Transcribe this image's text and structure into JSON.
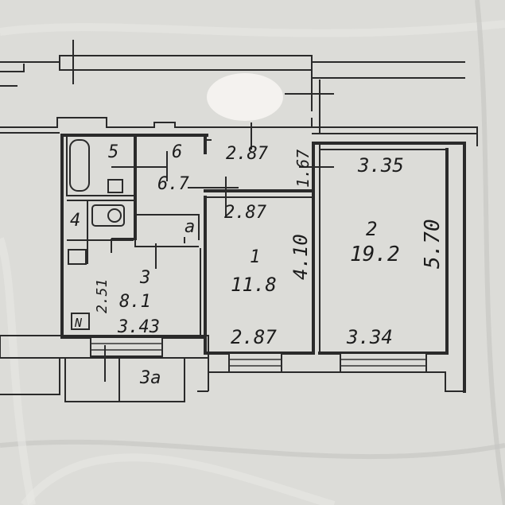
{
  "rooms": {
    "r5": {
      "number": "5"
    },
    "r6": {
      "number": "6",
      "area": "6.7"
    },
    "r4": {
      "number": "4"
    },
    "ra": {
      "number": "a"
    },
    "r3": {
      "number": "3",
      "area": "8.1",
      "width": "3.43",
      "height": "2.51"
    },
    "r3a": {
      "number": "3a"
    },
    "r1": {
      "number": "1",
      "area": "11.8",
      "width_top": "2.87",
      "width_bottom": "2.87",
      "height": "4.10"
    },
    "r2": {
      "number": "2",
      "area": "19.2",
      "width_top": "3.35",
      "width_bottom": "3.34",
      "height": "5.70"
    },
    "corridor": {
      "width": "2.87",
      "height": "1.67"
    }
  },
  "symbols": {
    "boiler_mark": "N"
  },
  "colors": {
    "ink": "#2a2a2a",
    "paper": "#dcdcd8"
  }
}
